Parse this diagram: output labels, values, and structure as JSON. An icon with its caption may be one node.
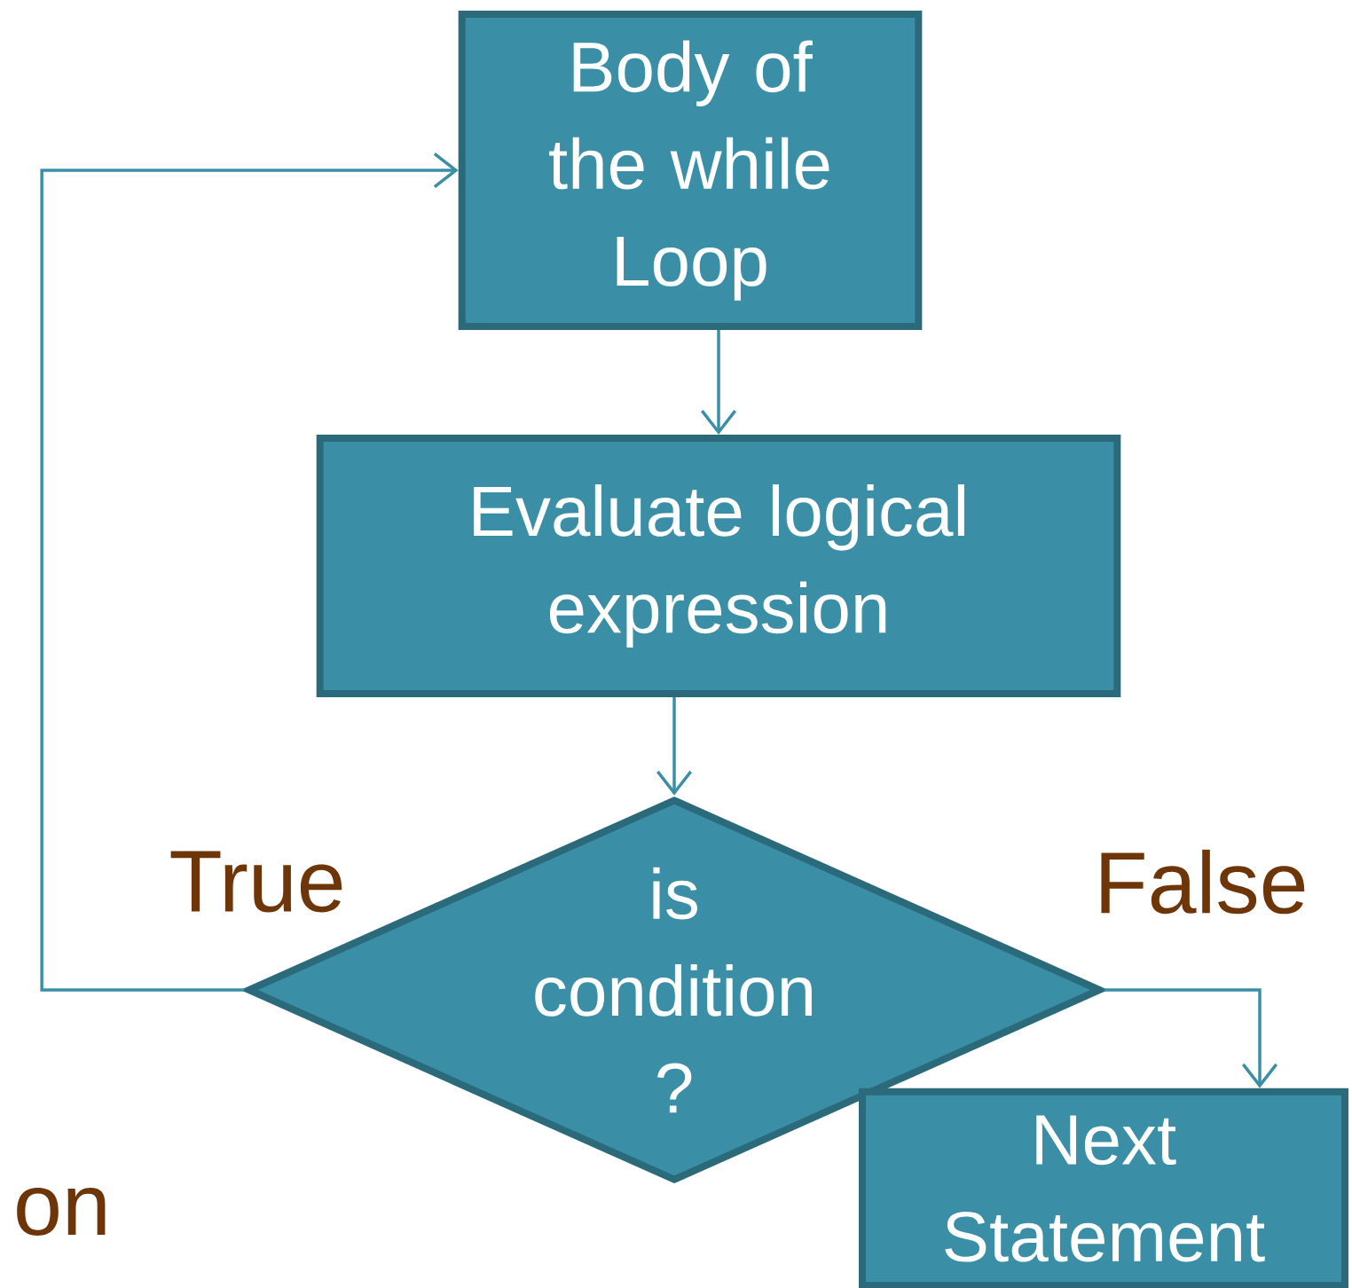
{
  "diagram": {
    "nodes": [
      {
        "text": [
          "Body of the while Loop"
        ]
      },
      {
        "text": [
          "Evaluate logical expression"
        ]
      },
      {
        "text": [
          "is condition ?"
        ]
      },
      {
        "text": [
          "Next Statement"
        ]
      }
    ],
    "edges": [
      {
        "from": 0,
        "to": 1,
        "arrow": "to"
      },
      {
        "from": 1,
        "to": 2,
        "arrow": "to"
      },
      {
        "from": 2,
        "to": 0,
        "arrow": "to",
        "label": "True"
      },
      {
        "from": 2,
        "to": 3,
        "arrow": "to",
        "label": "False"
      }
    ],
    "labels": [
      "on"
    ]
  }
}
